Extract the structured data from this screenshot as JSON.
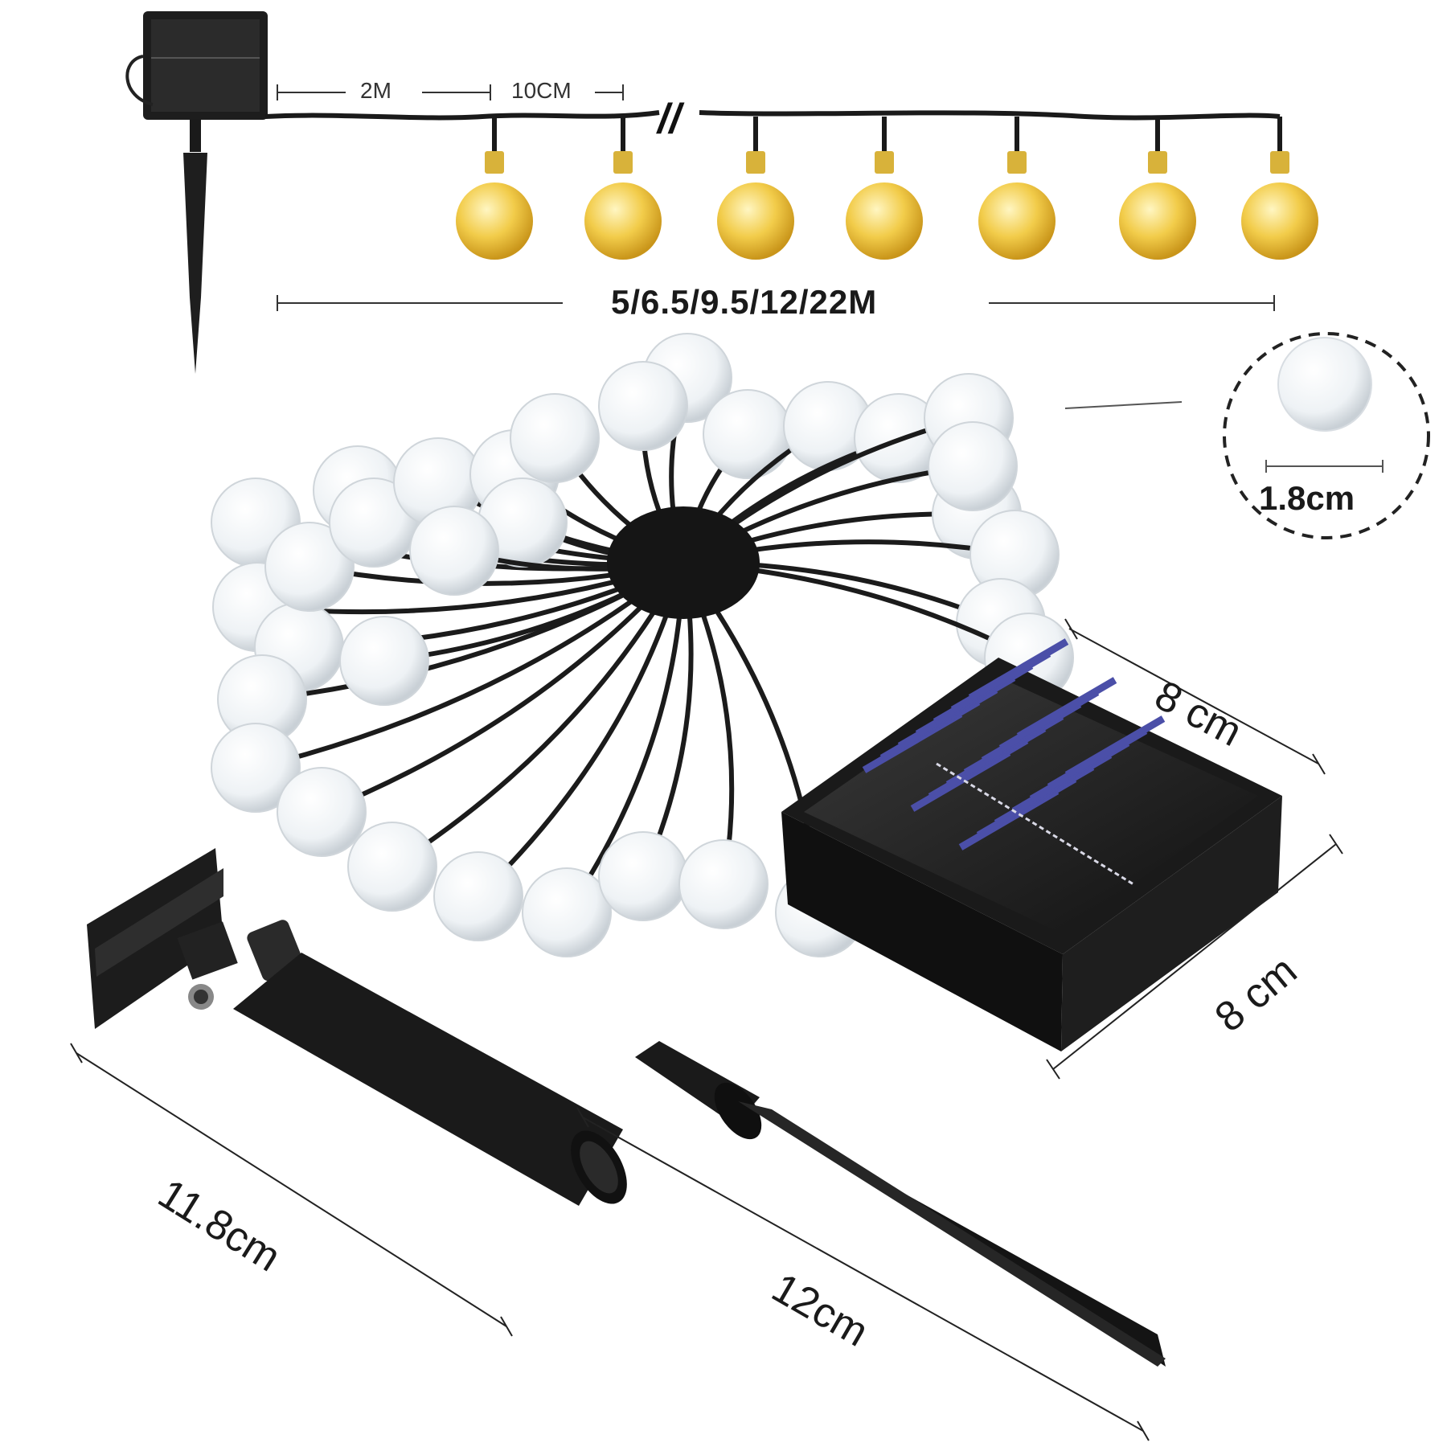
{
  "diagram": {
    "cable_segment_label": "2M",
    "bulb_spacing_label": "10CM",
    "break_mark": "//",
    "total_length_label": "5/6.5/9.5/12/22M",
    "bulb_diameter_label": "1.8cm",
    "panel_width_label": "8 cm",
    "panel_height_label": "8 cm",
    "holder_length_label": "11.8cm",
    "stake_length_label": "12cm",
    "bulb_color_lit": "#f2cc4a",
    "bulb_color_clear": "#eef2f5",
    "panel_color": "#222222",
    "cell_color": "#4b4fa8"
  }
}
